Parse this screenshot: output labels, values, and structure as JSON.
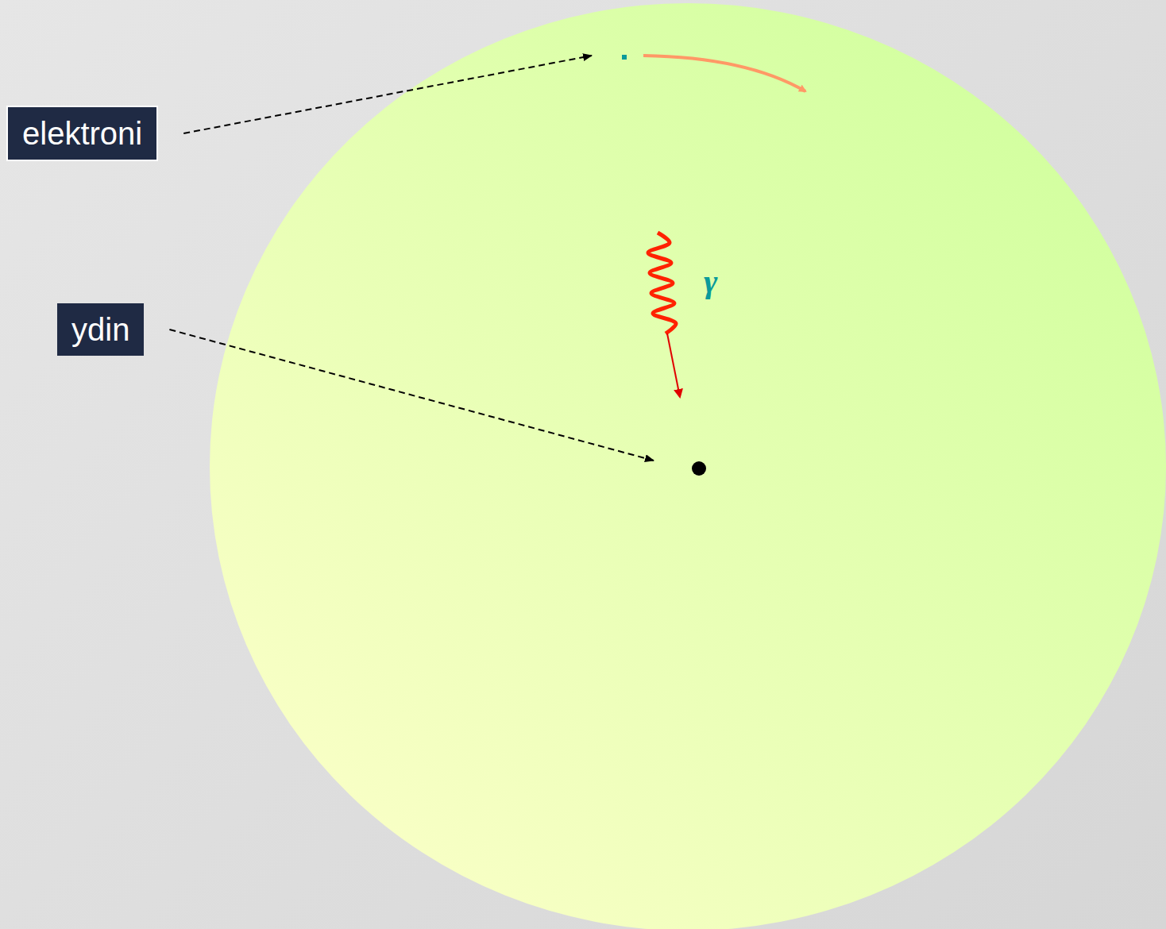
{
  "diagram": {
    "nodes": [
      {
        "text": [
          "elektroni"
        ]
      },
      {
        "text": [
          "ydin"
        ]
      }
    ],
    "labels": [
      "γ"
    ]
  }
}
